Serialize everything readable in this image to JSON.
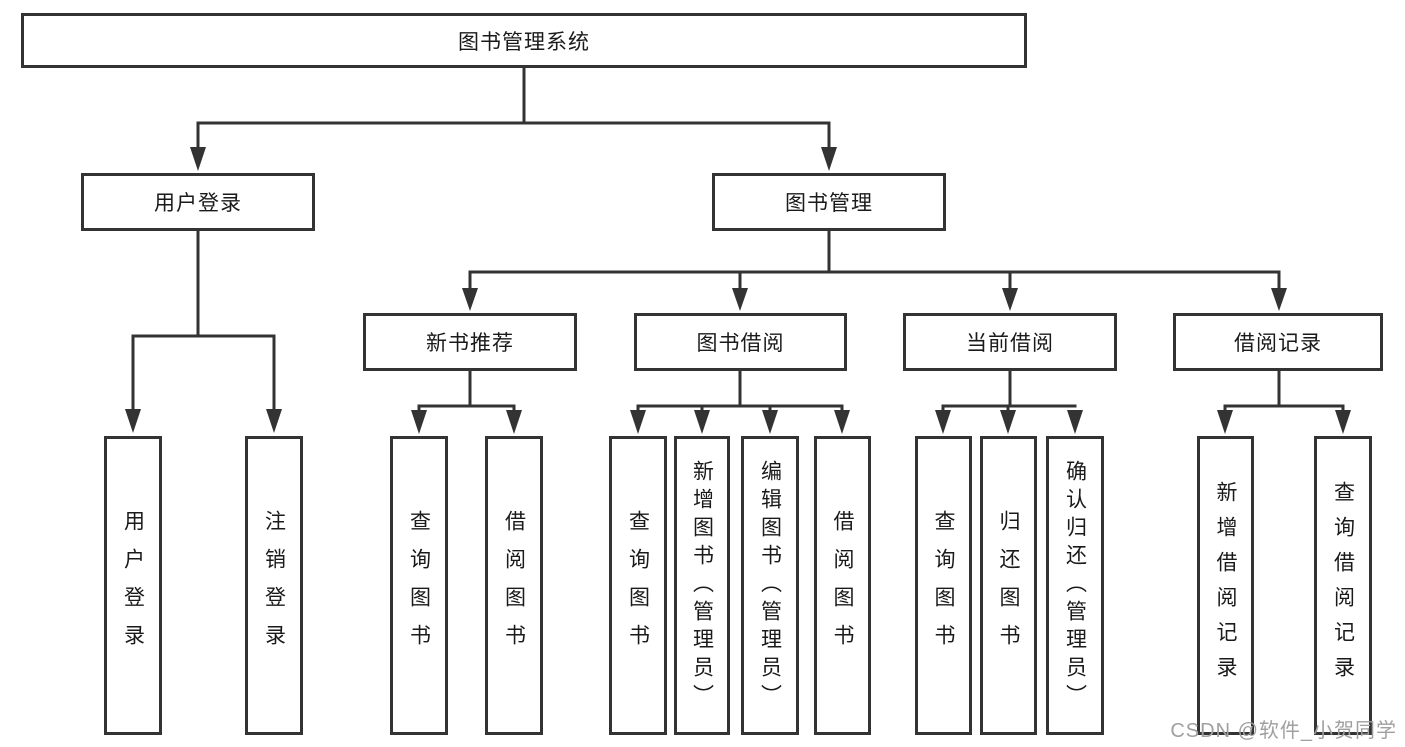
{
  "tree": {
    "root": {
      "label": "图书管理系统"
    },
    "level2": [
      {
        "label": "用户登录",
        "children": [
          {
            "label": "用户登录"
          },
          {
            "label": "注销登录"
          }
        ]
      },
      {
        "label": "图书管理",
        "children": [
          {
            "label": "新书推荐",
            "children": [
              {
                "label": "查询图书"
              },
              {
                "label": "借阅图书"
              }
            ]
          },
          {
            "label": "图书借阅",
            "children": [
              {
                "label": "查询图书"
              },
              {
                "label": "新增图书（管理员）"
              },
              {
                "label": "编辑图书（管理员）"
              },
              {
                "label": "借阅图书"
              }
            ]
          },
          {
            "label": "当前借阅",
            "children": [
              {
                "label": "查询图书"
              },
              {
                "label": "归还图书"
              },
              {
                "label": "确认归还（管理员）"
              }
            ]
          },
          {
            "label": "借阅记录",
            "children": [
              {
                "label": "新增借阅记录"
              },
              {
                "label": "查询借阅记录"
              }
            ]
          }
        ]
      }
    ]
  },
  "watermark": "CSDN @软件_小贺同学",
  "colors": {
    "line": "#333333",
    "text": "#1a1a1a",
    "box_background": "#ffffff",
    "watermark": "#a0a0a0"
  }
}
